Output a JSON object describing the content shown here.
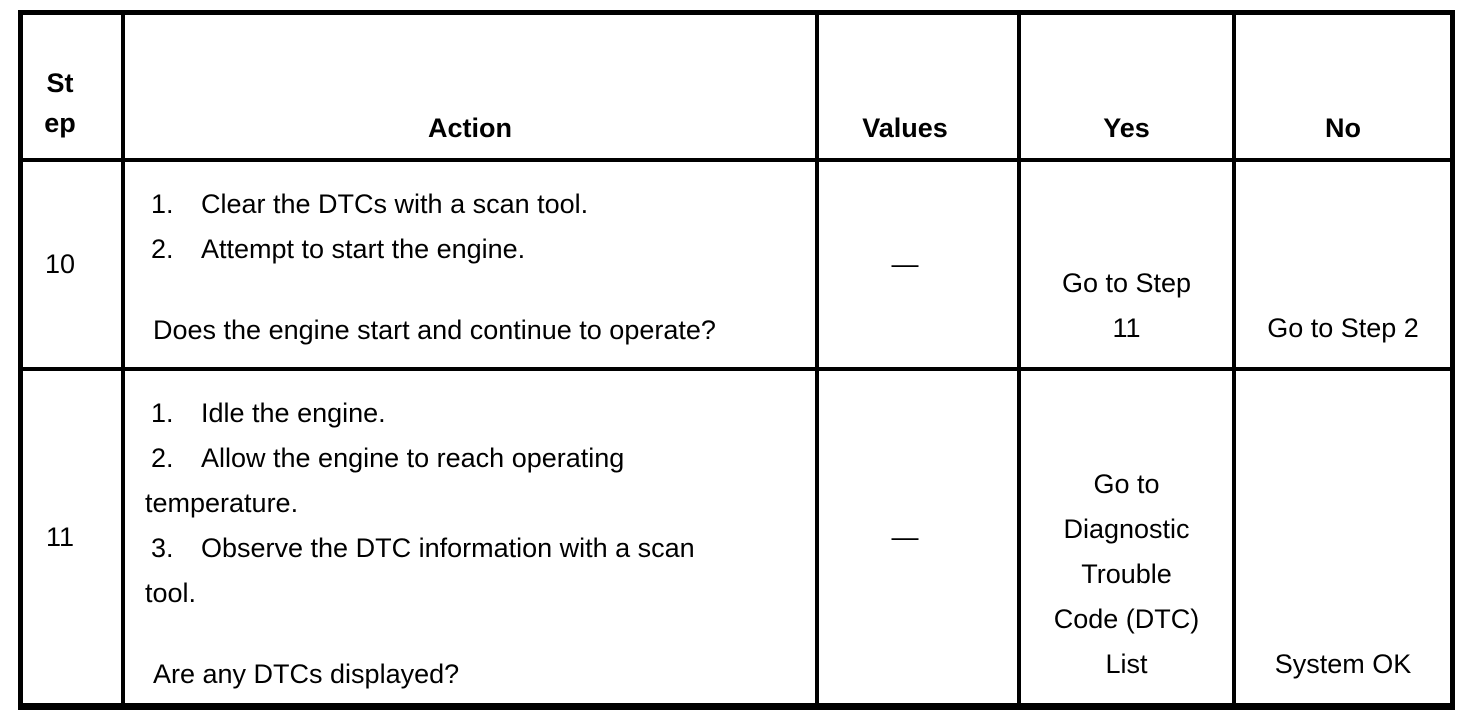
{
  "page": {
    "background": "#ffffff"
  },
  "table": {
    "colors": {
      "border": "#000000",
      "text": "#000000",
      "background": "#ffffff"
    },
    "header": {
      "step_line1": "St",
      "step_line2": "ep",
      "action": "Action",
      "values": "Values",
      "yes": "Yes",
      "no": "No"
    },
    "rows": [
      {
        "step": "10",
        "action": {
          "items": [
            {
              "num": "1.",
              "line1": "Clear the DTCs with a scan tool."
            },
            {
              "num": "2.",
              "line1": "Attempt to start the engine."
            }
          ],
          "question": "Does the engine start and continue to operate?"
        },
        "values": "—",
        "yes_lines": [
          "Go to Step",
          "11"
        ],
        "no_lines": [
          "Go to Step 2"
        ]
      },
      {
        "step": "11",
        "action": {
          "items": [
            {
              "num": "1.",
              "line1": "Idle the engine."
            },
            {
              "num": "2.",
              "line1": "Allow the engine to reach operating",
              "line2": "temperature."
            },
            {
              "num": "3.",
              "line1": "Observe the DTC information with a scan",
              "line2": "tool."
            }
          ],
          "question": "Are any DTCs displayed?"
        },
        "values": "—",
        "yes_lines": [
          "Go to",
          "Diagnostic",
          "Trouble",
          "Code (DTC)",
          "List"
        ],
        "no_lines": [
          "System OK"
        ]
      }
    ]
  }
}
